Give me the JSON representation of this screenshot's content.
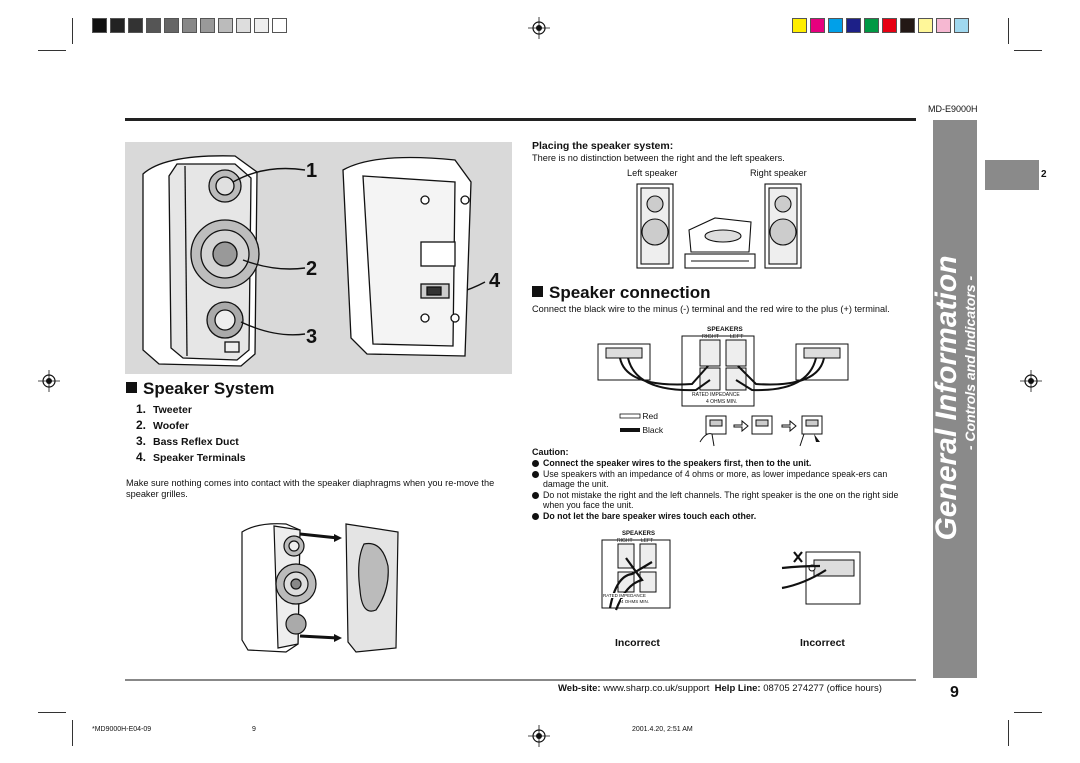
{
  "header": {
    "model": "MD-E9000H"
  },
  "tab": {
    "number": "2"
  },
  "side_title": {
    "main": "General Information",
    "sub": "- Controls and Indicators -"
  },
  "speaker_system": {
    "heading": "Speaker System",
    "callouts": [
      "1",
      "2",
      "3",
      "4"
    ],
    "parts": [
      {
        "num": "1.",
        "label": "Tweeter"
      },
      {
        "num": "2.",
        "label": "Woofer"
      },
      {
        "num": "3.",
        "label": "Bass Reflex Duct"
      },
      {
        "num": "4.",
        "label": "Speaker Terminals"
      }
    ],
    "note": "Make sure nothing comes into contact with the speaker diaphragms when you re-move the speaker grilles."
  },
  "placing": {
    "title": "Placing the speaker system:",
    "text": "There is no distinction between the right and the left speakers.",
    "left_label": "Left speaker",
    "right_label": "Right speaker"
  },
  "connection": {
    "heading": "Speaker connection",
    "text": "Connect the black wire to the minus (-) terminal and the red wire to the plus (+) terminal.",
    "legend_red": "Red",
    "legend_black": "Black",
    "panel_title": "SPEAKERS",
    "panel_right": "RIGHT",
    "panel_left": "LEFT",
    "panel_rated": "RATED IMPEDANCE",
    "panel_ohms": "4 OHMS MIN."
  },
  "caution": {
    "title": "Caution:",
    "items": [
      {
        "text": "Connect the speaker wires to the speakers first, then to the unit.",
        "bold": true
      },
      {
        "text": "Use speakers with an impedance of 4 ohms or more, as lower impedance speak-ers can damage the unit.",
        "bold": false
      },
      {
        "text": "Do not mistake the right and the left channels. The right speaker is the one on the right side when you face the unit.",
        "bold": false
      },
      {
        "text": "Do not let the bare speaker wires touch each other.",
        "bold": true
      }
    ],
    "incorrect1": "Incorrect",
    "incorrect2": "Incorrect"
  },
  "footer": {
    "website_label": "Web-site:",
    "website": "www.sharp.co.uk/support",
    "helpline_label": "Help Line:",
    "helpline": "08705 274277 (office hours)",
    "page_number": "9",
    "file_code": "*MD9000H-E04-09",
    "file_page": "9",
    "timestamp": "2001.4.20, 2:51 AM"
  },
  "colors": {
    "color_bar": [
      "#ffee00",
      "#e6007e",
      "#00a0e9",
      "#1d2088",
      "#009944",
      "#e60012",
      "#231815",
      "#fff799",
      "#f6b8d2",
      "#a0d8ef"
    ],
    "gray_bar": [
      "#111111",
      "#222222",
      "#333333",
      "#555555",
      "#666666",
      "#888888",
      "#999999",
      "#bbbbbb",
      "#dddddd",
      "#eeeeee",
      "#ffffff"
    ],
    "sidebar": "#8a8a8a"
  }
}
